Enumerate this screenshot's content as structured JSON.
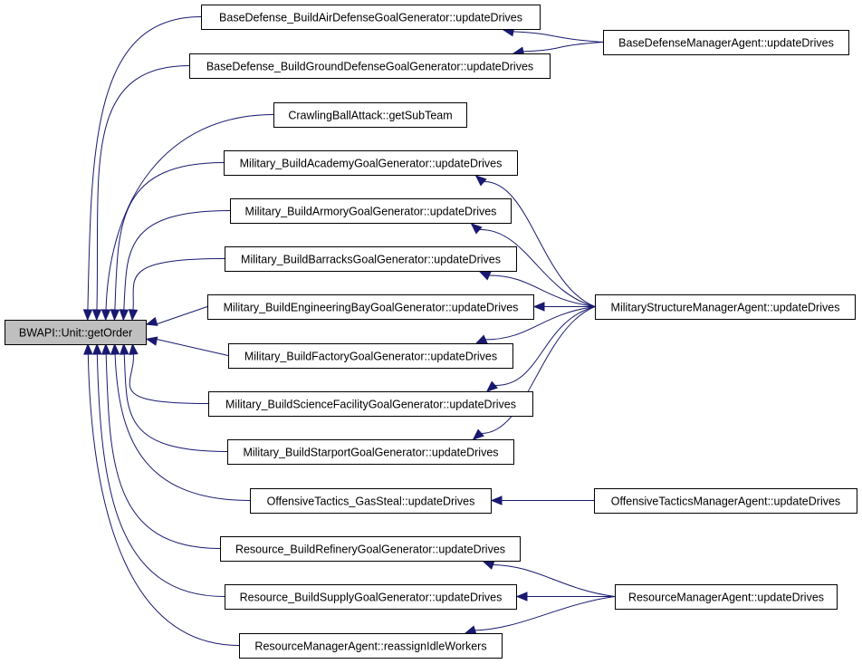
{
  "graph": {
    "edge_color": "#191970",
    "root_fill": "#bfbfbf",
    "node_fill": "#ffffff",
    "nodes": [
      {
        "id": "root",
        "label": "BWAPI::Unit::getOrder"
      },
      {
        "id": "bd_air",
        "label": "BaseDefense_BuildAirDefenseGoalGenerator::updateDrives"
      },
      {
        "id": "bd_ground",
        "label": "BaseDefense_BuildGroundDefenseGoalGenerator::updateDrives"
      },
      {
        "id": "crawling",
        "label": "CrawlingBallAttack::getSubTeam"
      },
      {
        "id": "mil_academy",
        "label": "Military_BuildAcademyGoalGenerator::updateDrives"
      },
      {
        "id": "mil_armory",
        "label": "Military_BuildArmoryGoalGenerator::updateDrives"
      },
      {
        "id": "mil_barracks",
        "label": "Military_BuildBarracksGoalGenerator::updateDrives"
      },
      {
        "id": "mil_ebay",
        "label": "Military_BuildEngineeringBayGoalGenerator::updateDrives"
      },
      {
        "id": "mil_factory",
        "label": "Military_BuildFactoryGoalGenerator::updateDrives"
      },
      {
        "id": "mil_science",
        "label": "Military_BuildScienceFacilityGoalGenerator::updateDrives"
      },
      {
        "id": "mil_starport",
        "label": "Military_BuildStarportGoalGenerator::updateDrives"
      },
      {
        "id": "off_gas",
        "label": "OffensiveTactics_GasSteal::updateDrives"
      },
      {
        "id": "res_refinery",
        "label": "Resource_BuildRefineryGoalGenerator::updateDrives"
      },
      {
        "id": "res_supply",
        "label": "Resource_BuildSupplyGoalGenerator::updateDrives"
      },
      {
        "id": "res_idle",
        "label": "ResourceManagerAgent::reassignIdleWorkers"
      },
      {
        "id": "bd_mgr",
        "label": "BaseDefenseManagerAgent::updateDrives"
      },
      {
        "id": "mil_mgr",
        "label": "MilitaryStructureManagerAgent::updateDrives"
      },
      {
        "id": "off_mgr",
        "label": "OffensiveTacticsManagerAgent::updateDrives"
      },
      {
        "id": "res_mgr",
        "label": "ResourceManagerAgent::updateDrives"
      }
    ],
    "edges": [
      {
        "from": "bd_air",
        "to": "root"
      },
      {
        "from": "bd_ground",
        "to": "root"
      },
      {
        "from": "crawling",
        "to": "root"
      },
      {
        "from": "mil_academy",
        "to": "root"
      },
      {
        "from": "mil_armory",
        "to": "root"
      },
      {
        "from": "mil_barracks",
        "to": "root"
      },
      {
        "from": "mil_ebay",
        "to": "root"
      },
      {
        "from": "mil_factory",
        "to": "root"
      },
      {
        "from": "mil_science",
        "to": "root"
      },
      {
        "from": "mil_starport",
        "to": "root"
      },
      {
        "from": "off_gas",
        "to": "root"
      },
      {
        "from": "res_refinery",
        "to": "root"
      },
      {
        "from": "res_supply",
        "to": "root"
      },
      {
        "from": "res_idle",
        "to": "root"
      },
      {
        "from": "bd_mgr",
        "to": "bd_air"
      },
      {
        "from": "bd_mgr",
        "to": "bd_ground"
      },
      {
        "from": "mil_mgr",
        "to": "mil_academy"
      },
      {
        "from": "mil_mgr",
        "to": "mil_armory"
      },
      {
        "from": "mil_mgr",
        "to": "mil_barracks"
      },
      {
        "from": "mil_mgr",
        "to": "mil_ebay"
      },
      {
        "from": "mil_mgr",
        "to": "mil_factory"
      },
      {
        "from": "mil_mgr",
        "to": "mil_science"
      },
      {
        "from": "mil_mgr",
        "to": "mil_starport"
      },
      {
        "from": "off_mgr",
        "to": "off_gas"
      },
      {
        "from": "res_mgr",
        "to": "res_refinery"
      },
      {
        "from": "res_mgr",
        "to": "res_supply"
      },
      {
        "from": "res_mgr",
        "to": "res_idle"
      }
    ]
  }
}
